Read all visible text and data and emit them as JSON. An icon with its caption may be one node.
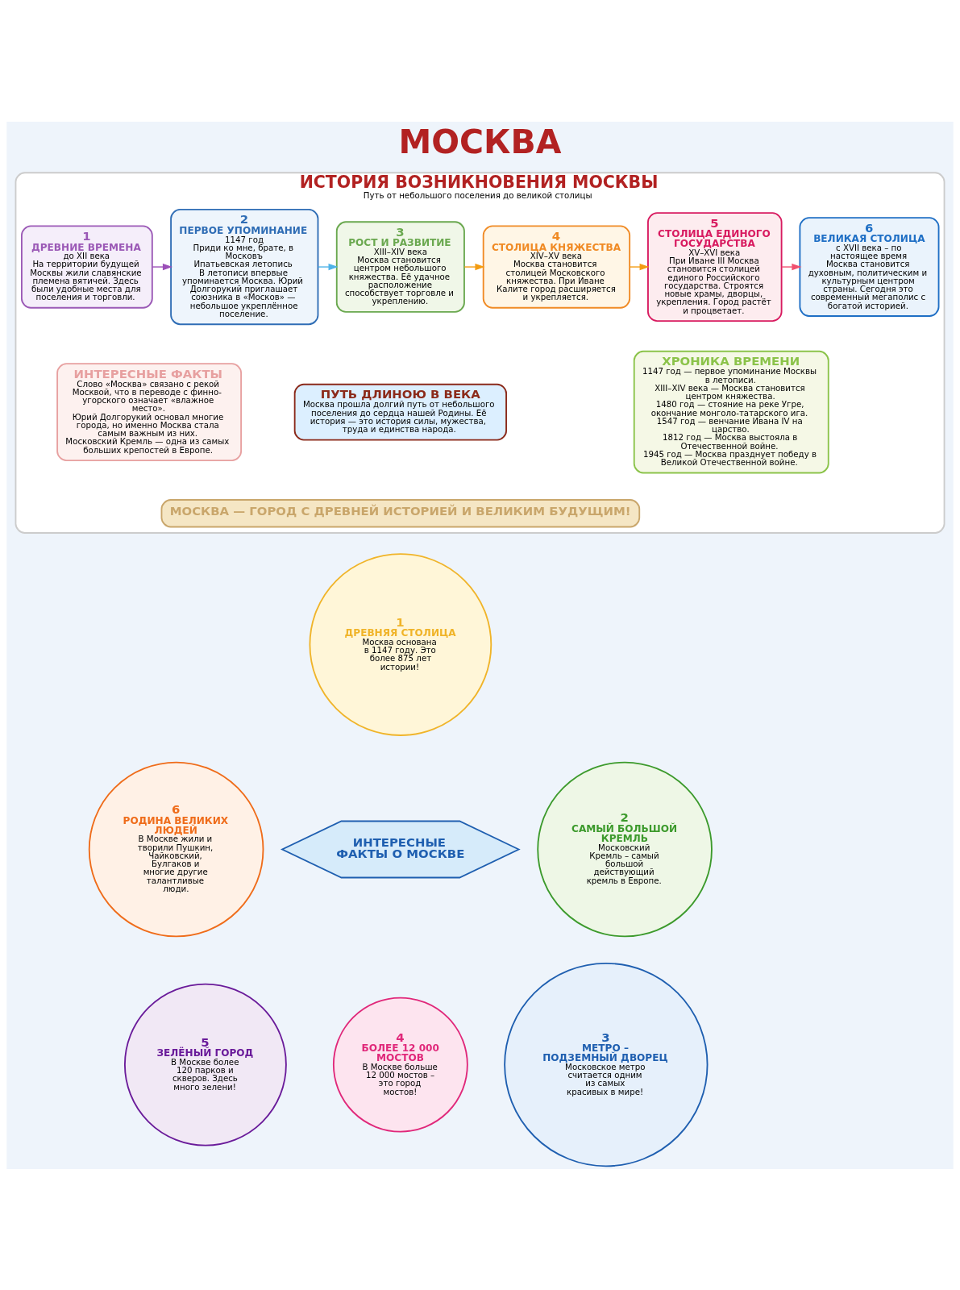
{
  "diagram": {
    "title": "МОСКВА",
    "nodes": [
      {
        "text": [
          "ИСТОРИЯ ВОЗНИКНОВЕНИЯ МОСКВЫ",
          "Путь от небольшого поселения до великой столицы"
        ]
      },
      {
        "text": [
          "1",
          "ДРЕВНИЕ ВРЕМЕНА",
          "до XII века",
          "На территории будущей Москвы жили славянские племена вятичей. Здесь были удобные места для поселения и торговли."
        ],
        "in": 0
      },
      {
        "text": [
          "2",
          "ПЕРВОЕ УПОМИНАНИЕ",
          "1147 год",
          "Приди ко мне, брате, в Московъ",
          "Ипатьевская летопись",
          "В летописи впервые упоминается Москва. Юрий Долгорукий приглашает союзника в «Москов» — небольшое укреплённое поселение."
        ],
        "in": 0
      },
      {
        "text": [
          "3",
          "РОСТ И РАЗВИТИЕ",
          "XIII–XIV века",
          "Москва становится центром небольшого княжества. Её удачное расположение способствует торговле и укреплению."
        ],
        "in": 0
      },
      {
        "text": [
          "4",
          "СТОЛИЦА КНЯЖЕСТВА",
          "XIV–XV века",
          "Москва становится столицей Московского княжества. При Иване Калите город расширяется и укрепляется."
        ],
        "in": 0
      },
      {
        "text": [
          "5",
          "СТОЛИЦА ЕДИНОГО ГОСУДАРСТВА",
          "XV–XVI века",
          "При Иване III Москва становится столицей единого Российского государства. Строятся новые храмы, дворцы, укрепления. Город растёт и процветает."
        ],
        "in": 0
      },
      {
        "text": [
          "6",
          "ВЕЛИКАЯ СТОЛИЦА",
          "с XVII века – по настоящее время",
          "Москва становится духовным, политическим и культурным центром страны. Сегодня это современный мегаполис с богатой историей."
        ],
        "in": 0
      },
      {
        "text": [
          "ИНТЕРЕСНЫЕ ФАКТЫ",
          "Слово «Москва» связано с рекой Москвой, что в переводе с финно-угорского означает «влажное место».",
          "Юрий Долгорукий основал многие города, но именно Москва стала самым важным из них.",
          "Московский Кремль — одна из самых больших крепостей в Европе."
        ],
        "in": 0
      },
      {
        "text": [
          "ПУТЬ ДЛИНОЮ В ВЕКА",
          "Москва прошла долгий путь от небольшого поселения до сердца нашей Родины. Её история — это история силы, мужества, труда и единства народа."
        ],
        "in": 0
      },
      {
        "text": [
          "ХРОНИКА ВРЕМЕНИ",
          "1147 год — первое упоминание Москвы в летописи.",
          "XIII–XIV века — Москва становится центром княжества.",
          "1480 год — стояние на реке Угре, окончание монголо-татарского ига.",
          "1547 год — венчание Ивана IV на царство.",
          "1812 год — Москва выстояла в Отечественной войне.",
          "1945 год — Москва празднует победу в Великой Отечественной войне."
        ],
        "in": 0
      },
      {
        "text": [
          "МОСКВА — ГОРОД С ДРЕВНЕЙ ИСТОРИЕЙ И ВЕЛИКИМ БУДУЩИМ!"
        ],
        "in": 0
      },
      {
        "text": [
          "ИНТЕРЕСНЫЕ ФАКТЫ О МОСКВЕ"
        ]
      },
      {
        "text": [
          "1",
          "ДРЕВНЯЯ СТОЛИЦА",
          "Москва основана в 1147 году. Это более 875 лет истории!"
        ]
      },
      {
        "text": [
          "2",
          "САМЫЙ БОЛЬШОЙ КРЕМЛЬ",
          "Московский Кремль – самый большой действующий кремль в Европе."
        ]
      },
      {
        "text": [
          "3",
          "МЕТРО – ПОДЗЕМНЫЙ ДВОРЕЦ",
          "Московское метро считается одним из самых красивых в мире!"
        ]
      },
      {
        "text": [
          "4",
          "БОЛЕЕ 12 000 МОСТОВ",
          "В Москве больше 12 000 мостов – это город мостов!"
        ]
      },
      {
        "text": [
          "5",
          "ЗЕЛЁНЫЙ ГОРОД",
          "В Москве более 120 парков и скверов. Здесь много зелени!"
        ]
      },
      {
        "text": [
          "6",
          "РОДИНА ВЕЛИКИХ ЛЮДЕЙ",
          "В Москве жили и творили Пушкин, Чайковский, Булгаков и многие другие талантливые люди."
        ]
      }
    ],
    "edges": [
      {
        "from": 1,
        "to": 2,
        "arrow": "to",
        "color": "#9b4fb8"
      },
      {
        "from": 2,
        "to": 3,
        "arrow": "to",
        "color": "#4fb3e8"
      },
      {
        "from": 3,
        "to": 4,
        "arrow": "to",
        "color": "#f39c12"
      },
      {
        "from": 4,
        "to": 5,
        "arrow": "to",
        "color": "#f39c12"
      },
      {
        "from": 5,
        "to": 6,
        "arrow": "to",
        "color": "#f0506e"
      }
    ]
  }
}
